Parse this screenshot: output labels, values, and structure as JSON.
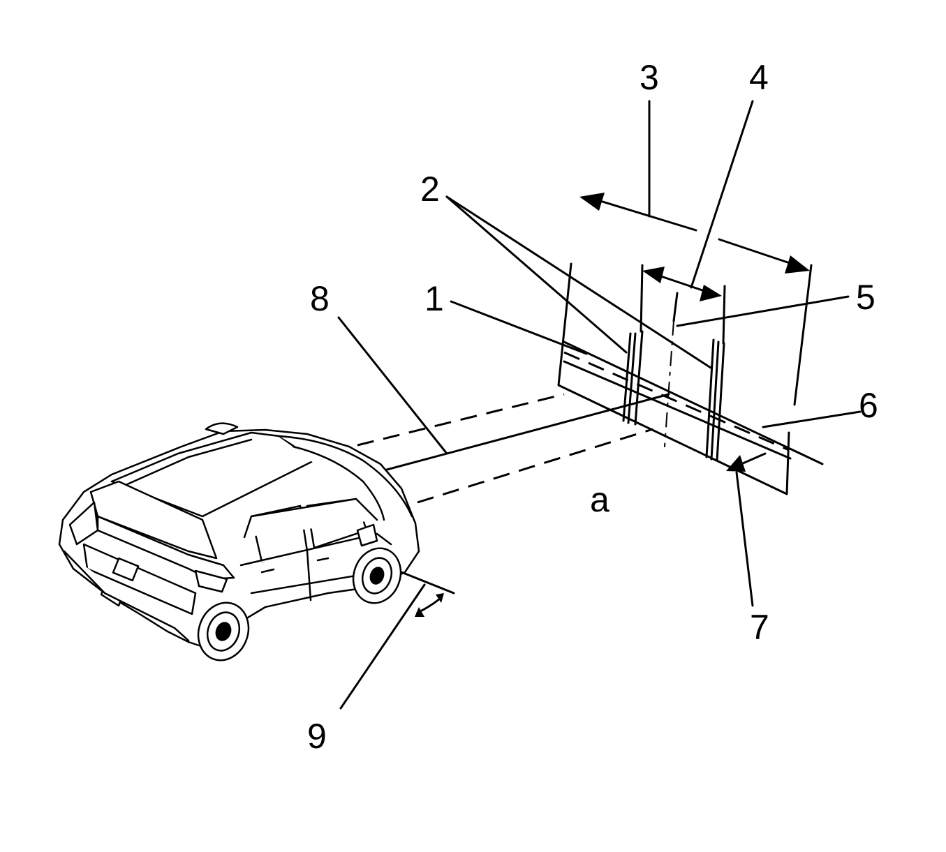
{
  "callouts": {
    "c1": "1",
    "c2": "2",
    "c3": "3",
    "c4": "4",
    "c5": "5",
    "c6": "6",
    "c7": "7",
    "c8": "8",
    "c9": "9",
    "dist": "a"
  },
  "colors": {
    "line": "#000000",
    "background": "#ffffff"
  }
}
